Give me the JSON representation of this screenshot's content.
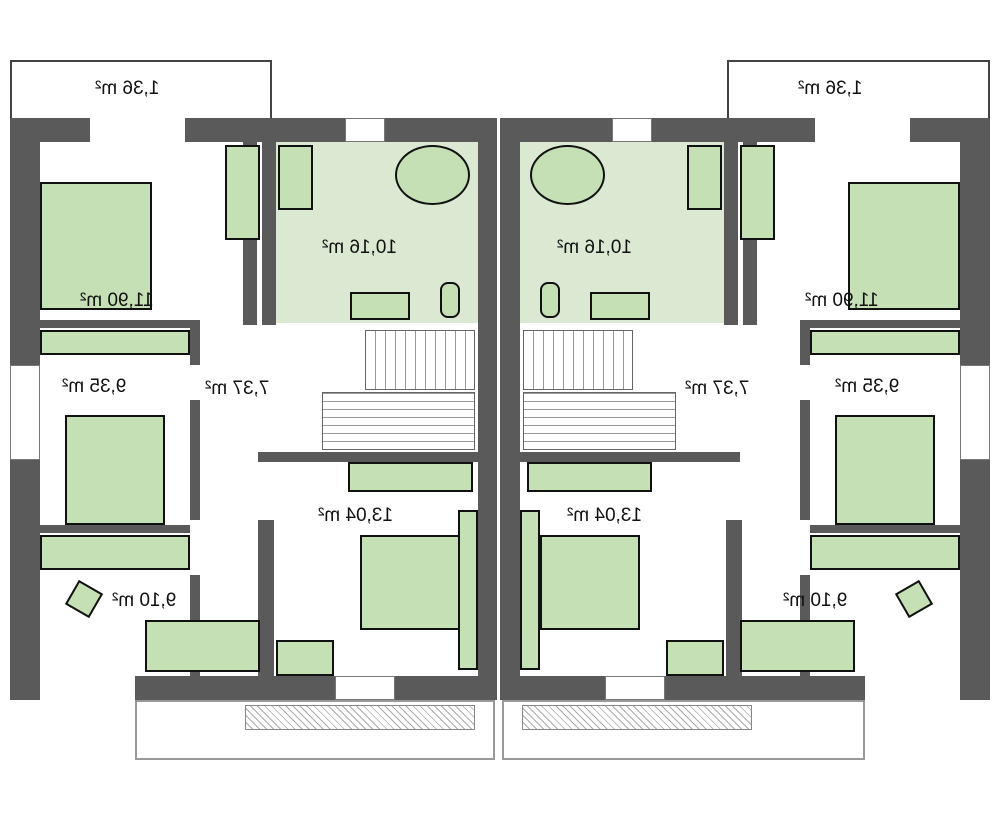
{
  "colors": {
    "wall": "#5a5a5a",
    "furniture": "#c6e0b6",
    "bathroom_floor": "#dbe9d3"
  },
  "rooms": {
    "left": {
      "balcony": "1,36 m²",
      "bathroom": "10,16 m²",
      "bedroom_top": "11,90 m²",
      "room_mid": "9,35 m²",
      "hall": "7,37 m²",
      "bedroom_main": "13,04 m²",
      "room_bottom": "9,10 m²"
    },
    "right": {
      "balcony": "1,36 m²",
      "bathroom": "10,16 m²",
      "bedroom_top": "11,90 m²",
      "room_mid": "9,35 m²",
      "hall": "7,37 m²",
      "bedroom_main": "13,04 m²",
      "room_bottom": "9,10 m²"
    }
  }
}
